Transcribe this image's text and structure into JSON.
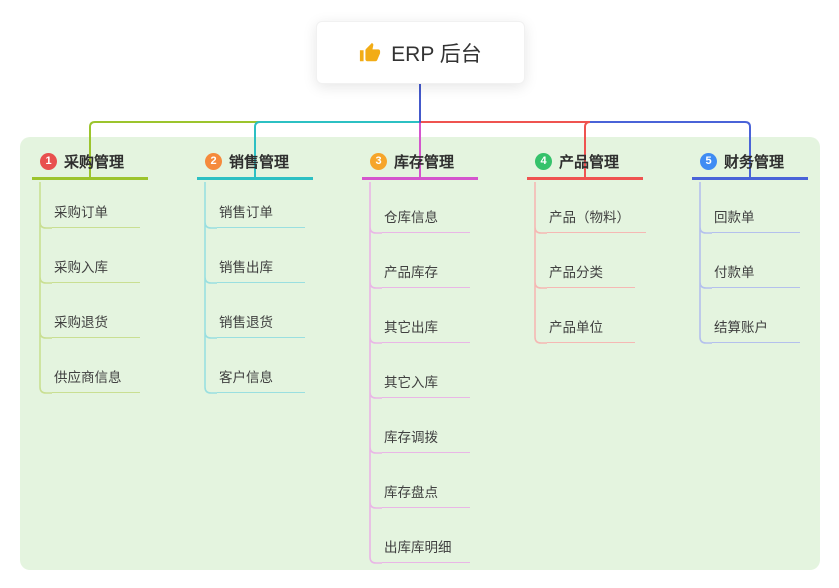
{
  "colors": {
    "panel": "#e4f4df",
    "root_link": "#4459cb",
    "thumb": "#f2ac15"
  },
  "root": {
    "label": "ERP 后台",
    "icon": "thumbs-up-icon"
  },
  "branches": [
    {
      "num": "1",
      "label": "采购管理",
      "color": "#9cc42d",
      "pale": "#c9df92",
      "badge": "#e8504e",
      "children": [
        "采购订单",
        "采购入库",
        "采购退货",
        "供应商信息"
      ]
    },
    {
      "num": "2",
      "label": "销售管理",
      "color": "#2cc0c3",
      "pale": "#9adfe0",
      "badge": "#f58a3c",
      "children": [
        "销售订单",
        "销售出库",
        "销售退货",
        "客户信息"
      ]
    },
    {
      "num": "3",
      "label": "库存管理",
      "color": "#d455cd",
      "pale": "#e9b6e6",
      "badge": "#f6a52a",
      "children": [
        "仓库信息",
        "产品库存",
        "其它出库",
        "其它入库",
        "库存调拨",
        "库存盘点",
        "出库库明细"
      ]
    },
    {
      "num": "4",
      "label": "产品管理",
      "color": "#ef5350",
      "pale": "#f5b8b4",
      "badge": "#35c26b",
      "children": [
        "产品（物料）",
        "产品分类",
        "产品单位"
      ]
    },
    {
      "num": "5",
      "label": "财务管理",
      "color": "#4a63d8",
      "pale": "#b4c0ed",
      "badge": "#3f8cf3",
      "children": [
        "回款单",
        "付款单",
        "结算账户"
      ]
    }
  ]
}
